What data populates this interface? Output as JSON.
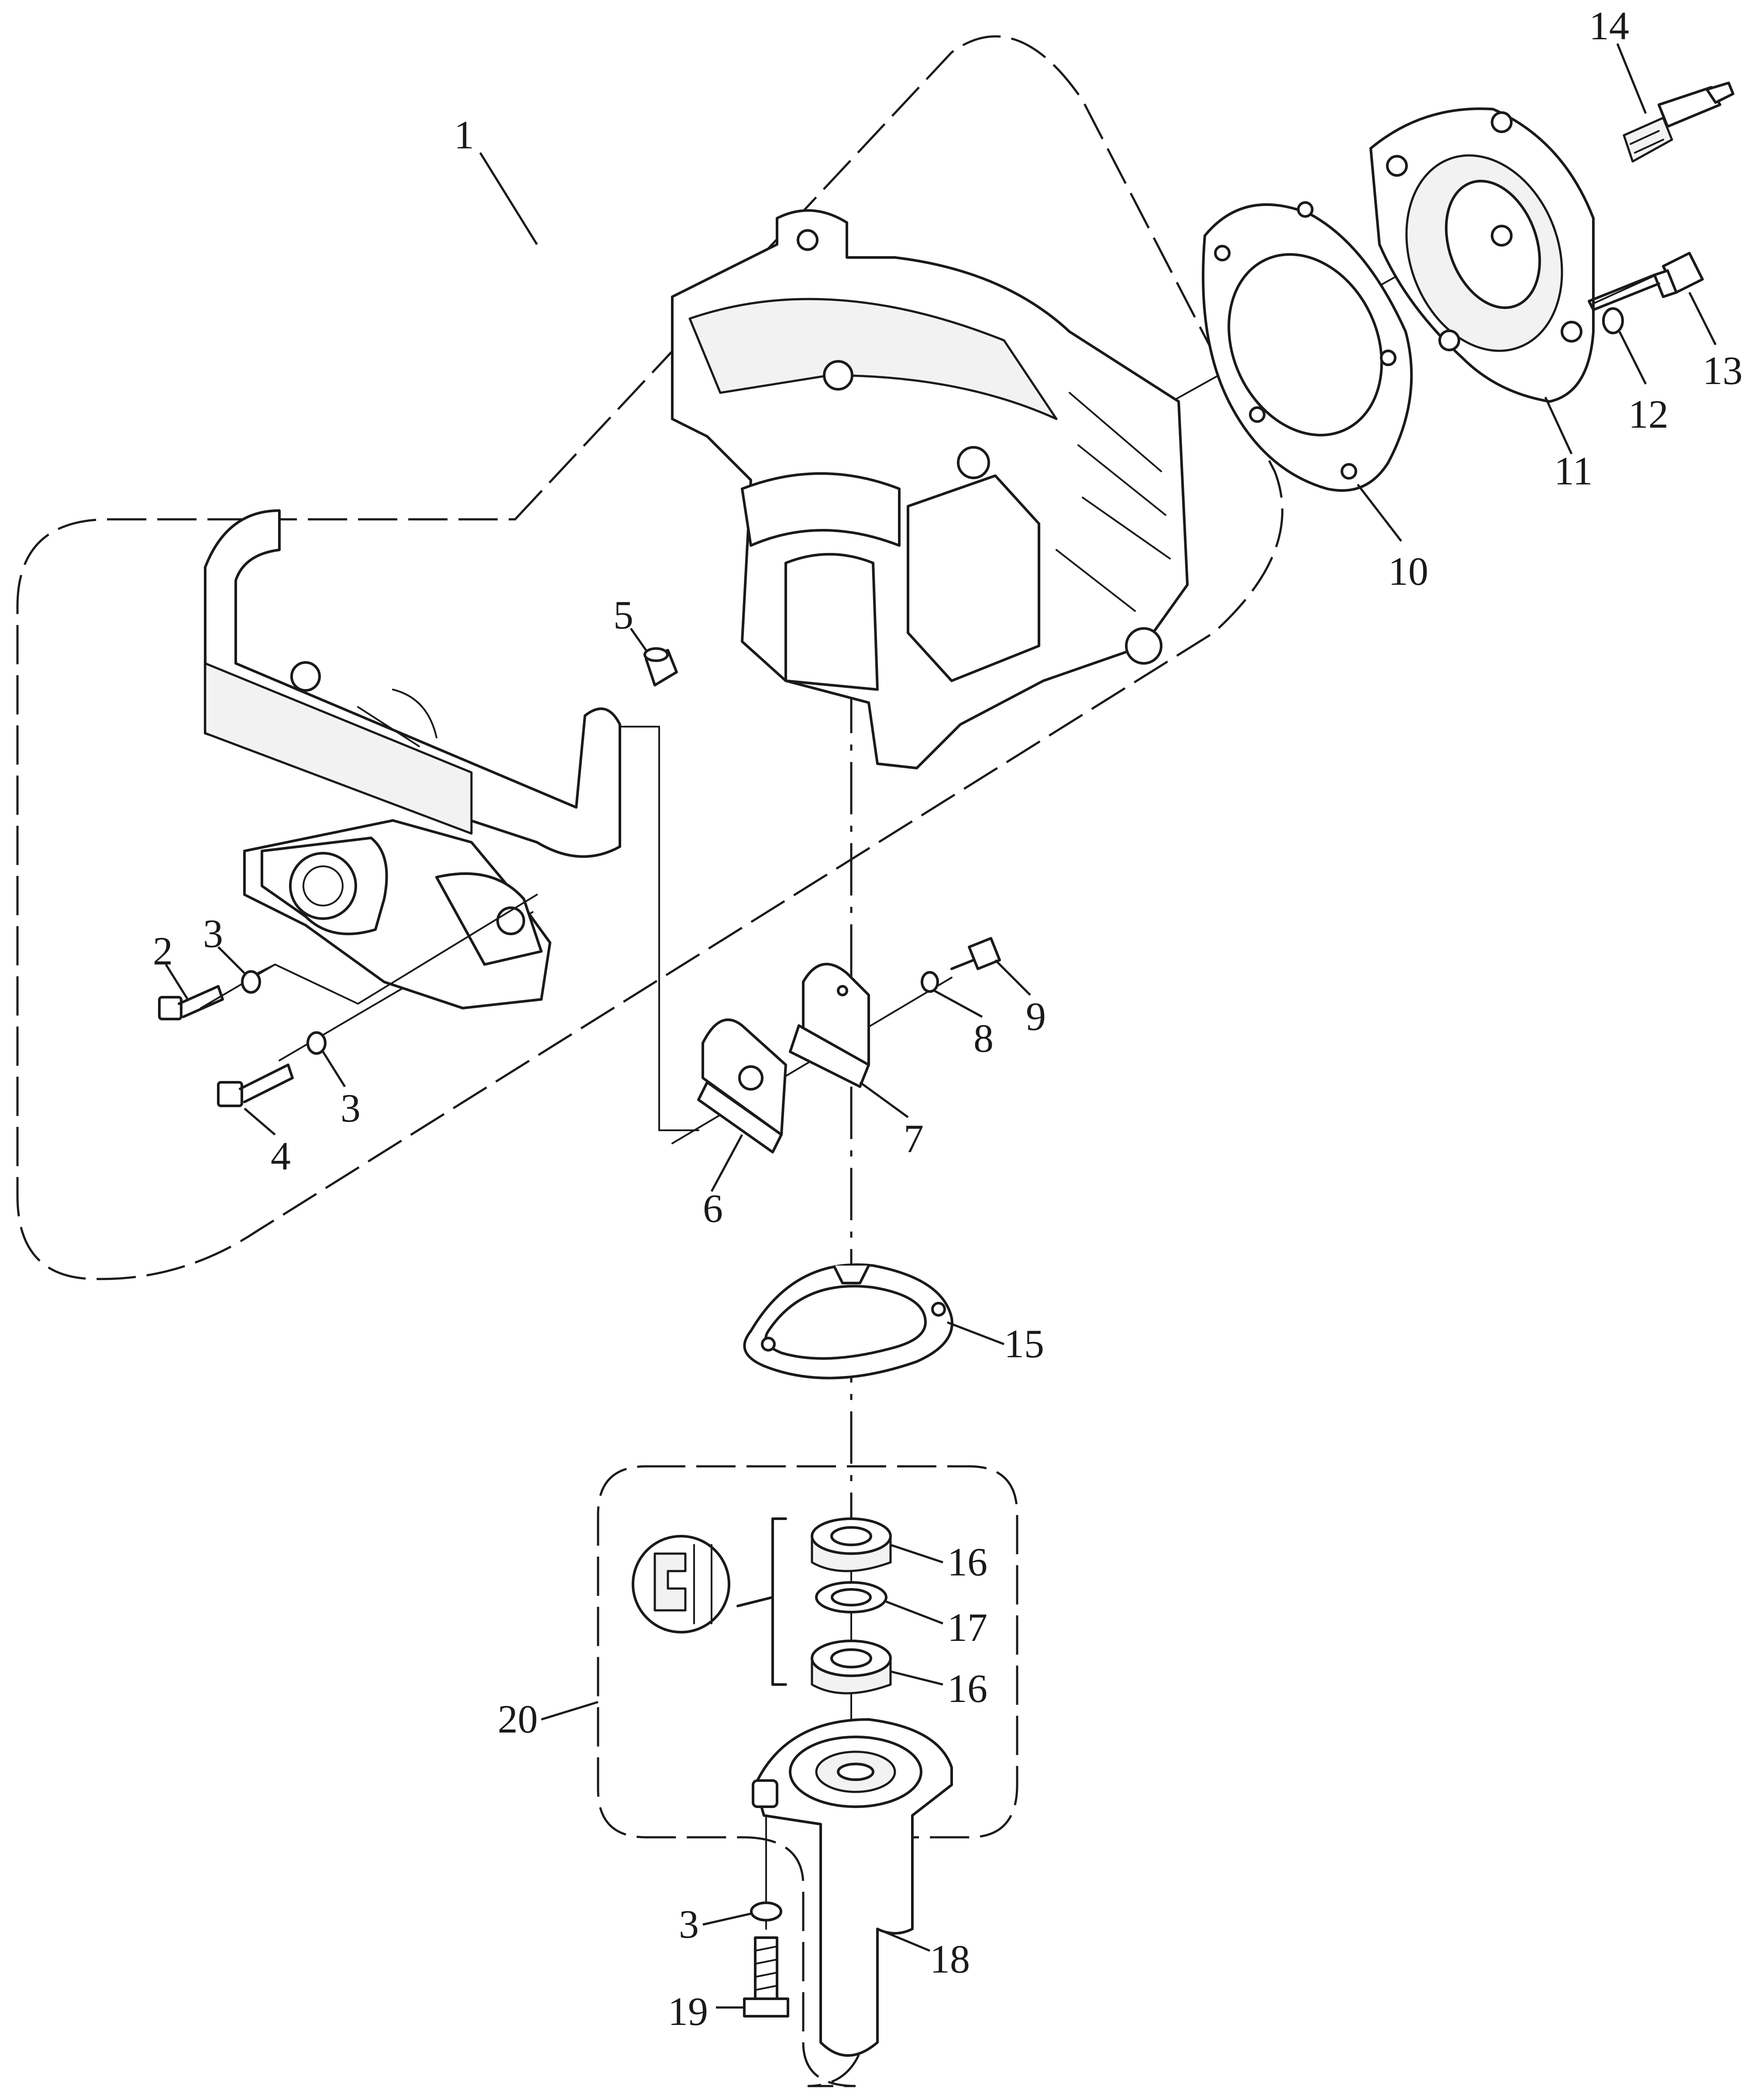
{
  "callouts": [
    {
      "id": "c1",
      "text": "1"
    },
    {
      "id": "c2",
      "text": "2"
    },
    {
      "id": "c3a",
      "text": "3"
    },
    {
      "id": "c3b",
      "text": "3"
    },
    {
      "id": "c3c",
      "text": "3"
    },
    {
      "id": "c4",
      "text": "4"
    },
    {
      "id": "c5",
      "text": "5"
    },
    {
      "id": "c6",
      "text": "6"
    },
    {
      "id": "c7",
      "text": "7"
    },
    {
      "id": "c8",
      "text": "8"
    },
    {
      "id": "c9",
      "text": "9"
    },
    {
      "id": "c10",
      "text": "10"
    },
    {
      "id": "c11",
      "text": "11"
    },
    {
      "id": "c12",
      "text": "12"
    },
    {
      "id": "c13",
      "text": "13"
    },
    {
      "id": "c14",
      "text": "14"
    },
    {
      "id": "c15",
      "text": "15"
    },
    {
      "id": "c16a",
      "text": "16"
    },
    {
      "id": "c16b",
      "text": "16"
    },
    {
      "id": "c17",
      "text": "17"
    },
    {
      "id": "c18",
      "text": "18"
    },
    {
      "id": "c19",
      "text": "19"
    },
    {
      "id": "c20",
      "text": "20"
    }
  ]
}
